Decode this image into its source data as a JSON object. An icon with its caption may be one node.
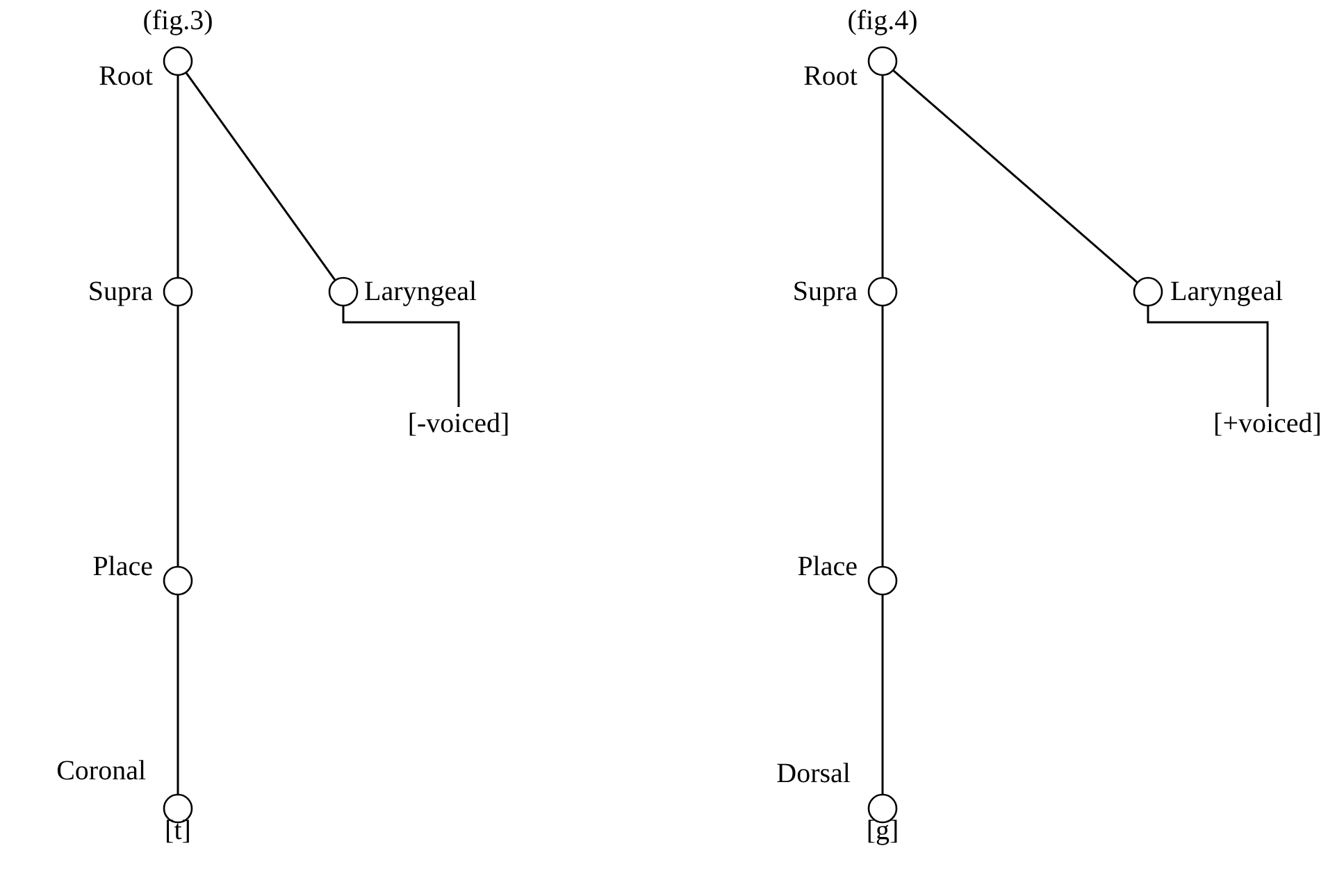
{
  "diagram": {
    "nodes": [
      {
        "text": [],
        "shape": "circle",
        "beside": [
          "Root"
        ]
      },
      {
        "text": [],
        "shape": "circle",
        "beside": [
          "Supra"
        ]
      },
      {
        "text": [],
        "shape": "circle",
        "beside": [
          "Laryngeal"
        ]
      },
      {
        "text": [
          "[-voiced]"
        ]
      },
      {
        "text": [],
        "shape": "circle",
        "beside": [
          "Place"
        ]
      },
      {
        "text": [],
        "shape": "circle",
        "beside": [
          "Coronal",
          "[t]"
        ]
      },
      {
        "text": [],
        "shape": "circle",
        "beside": [
          "Root"
        ]
      },
      {
        "text": [],
        "shape": "circle",
        "beside": [
          "Supra"
        ]
      },
      {
        "text": [],
        "shape": "circle",
        "beside": [
          "Laryngeal"
        ]
      },
      {
        "text": [
          "[+voiced]"
        ]
      },
      {
        "text": [],
        "shape": "circle",
        "beside": [
          "Place"
        ]
      },
      {
        "text": [],
        "shape": "circle",
        "beside": [
          "Dorsal",
          "[g]"
        ]
      }
    ],
    "edges": [
      {
        "from": 0,
        "to": 1,
        "arrow": "none"
      },
      {
        "from": 0,
        "to": 2,
        "arrow": "none"
      },
      {
        "from": 2,
        "to": 3,
        "arrow": "none"
      },
      {
        "from": 1,
        "to": 4,
        "arrow": "none"
      },
      {
        "from": 4,
        "to": 5,
        "arrow": "none"
      },
      {
        "from": 6,
        "to": 7,
        "arrow": "none"
      },
      {
        "from": 6,
        "to": 8,
        "arrow": "none"
      },
      {
        "from": 8,
        "to": 9,
        "arrow": "none"
      },
      {
        "from": 7,
        "to": 10,
        "arrow": "none"
      },
      {
        "from": 10,
        "to": 11,
        "arrow": "none"
      }
    ],
    "labels": [
      "(fig.3)",
      "(fig.4)"
    ]
  }
}
